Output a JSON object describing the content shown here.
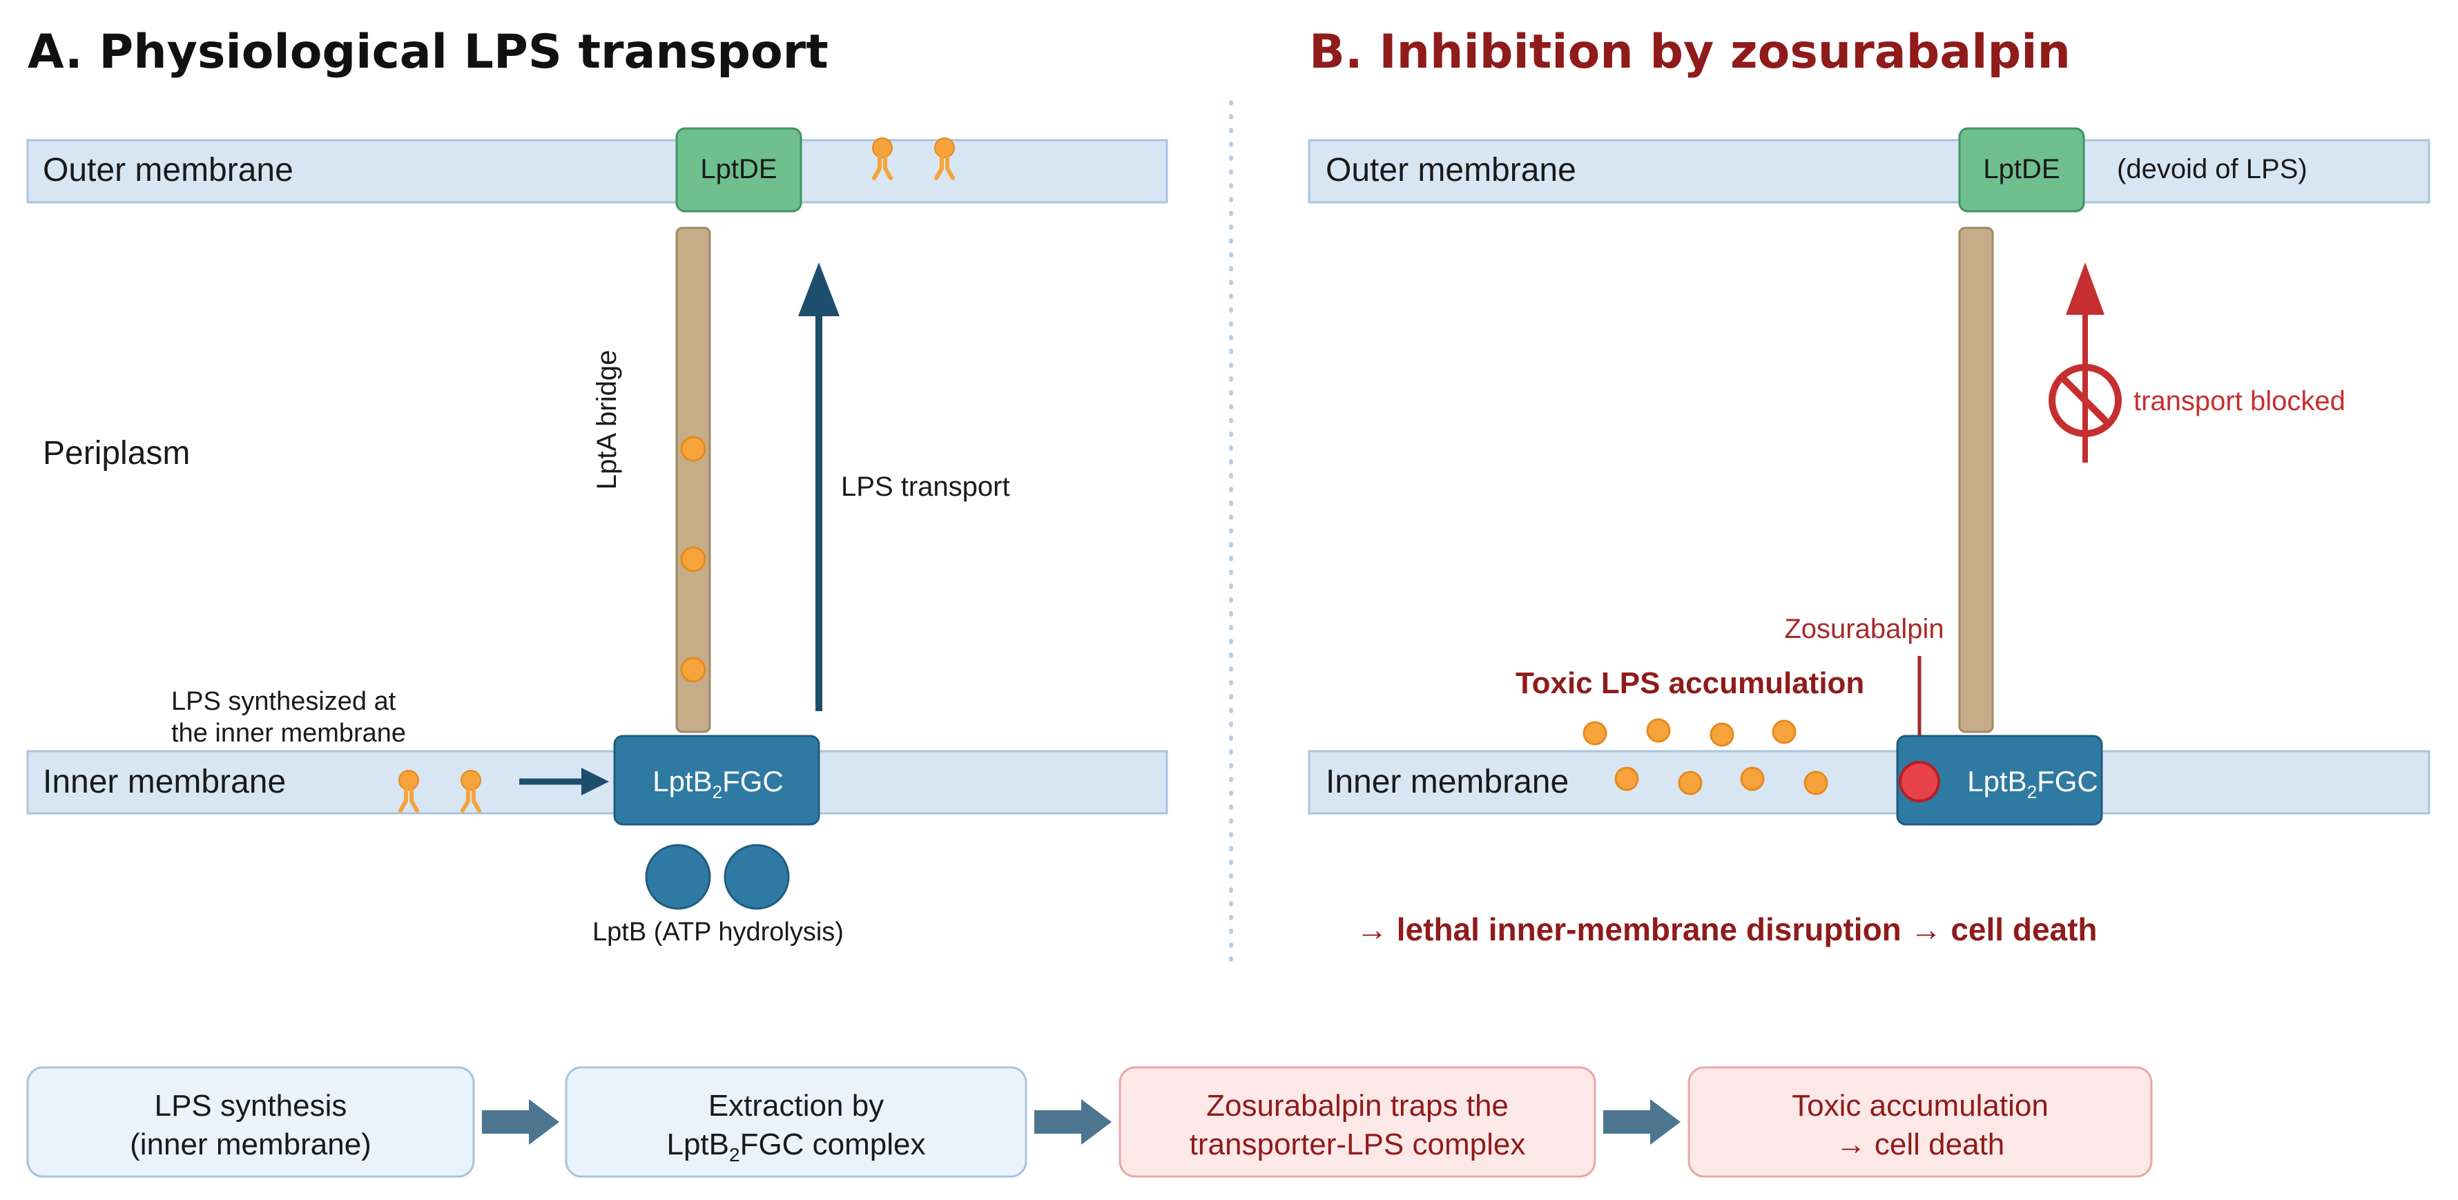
{
  "panel_a": {
    "title": "A. Physiological LPS transport",
    "outer_membrane": "Outer membrane",
    "inner_membrane": "Inner membrane",
    "periplasm": "Periplasm",
    "lptde": "LptDE",
    "lpta_bridge": "LptA bridge",
    "lps_transport": "LPS transport",
    "lps_synth_line1": "LPS synthesized at",
    "lps_synth_line2": "the inner membrane",
    "complex_pre": "LptB",
    "complex_sub": "2",
    "complex_post": "FGC",
    "lptb_atp": "LptB (ATP hydrolysis)"
  },
  "panel_b": {
    "title": "B. Inhibition by zosurabalpin",
    "outer_membrane": "Outer membrane",
    "inner_membrane": "Inner membrane",
    "lptde": "LptDE",
    "devoid": "(devoid of LPS)",
    "transport_blocked": "transport blocked",
    "zosurabalpin": "Zosurabalpin",
    "toxic": "Toxic LPS accumulation",
    "complex_pre": "LptB",
    "complex_sub": "2",
    "complex_post": "FGC",
    "lethal": "→ lethal inner-membrane disruption → cell death"
  },
  "flow": {
    "step1_line1": "LPS synthesis",
    "step1_line2": "(inner membrane)",
    "step2_line1": "Extraction by",
    "step2_line2_pre": "LptB",
    "step2_line2_sub": "2",
    "step2_line2_post": "FGC complex",
    "step3_line1": "Zosurabalpin traps the",
    "step3_line2": "transporter-LPS complex",
    "step4_line1": "Toxic accumulation",
    "step4_line2": "→ cell death"
  },
  "colors": {
    "membrane": "#d8e6f3",
    "membrane_edge": "#a9c4de",
    "lptde": "#6fbf8f",
    "complex": "#2f7aa3",
    "bridge": "#c4ad88",
    "lps": "#f5a33a",
    "arrow_blue": "#1e4e6e",
    "dark_red": "#8f1b1b",
    "red": "#d6383a"
  }
}
